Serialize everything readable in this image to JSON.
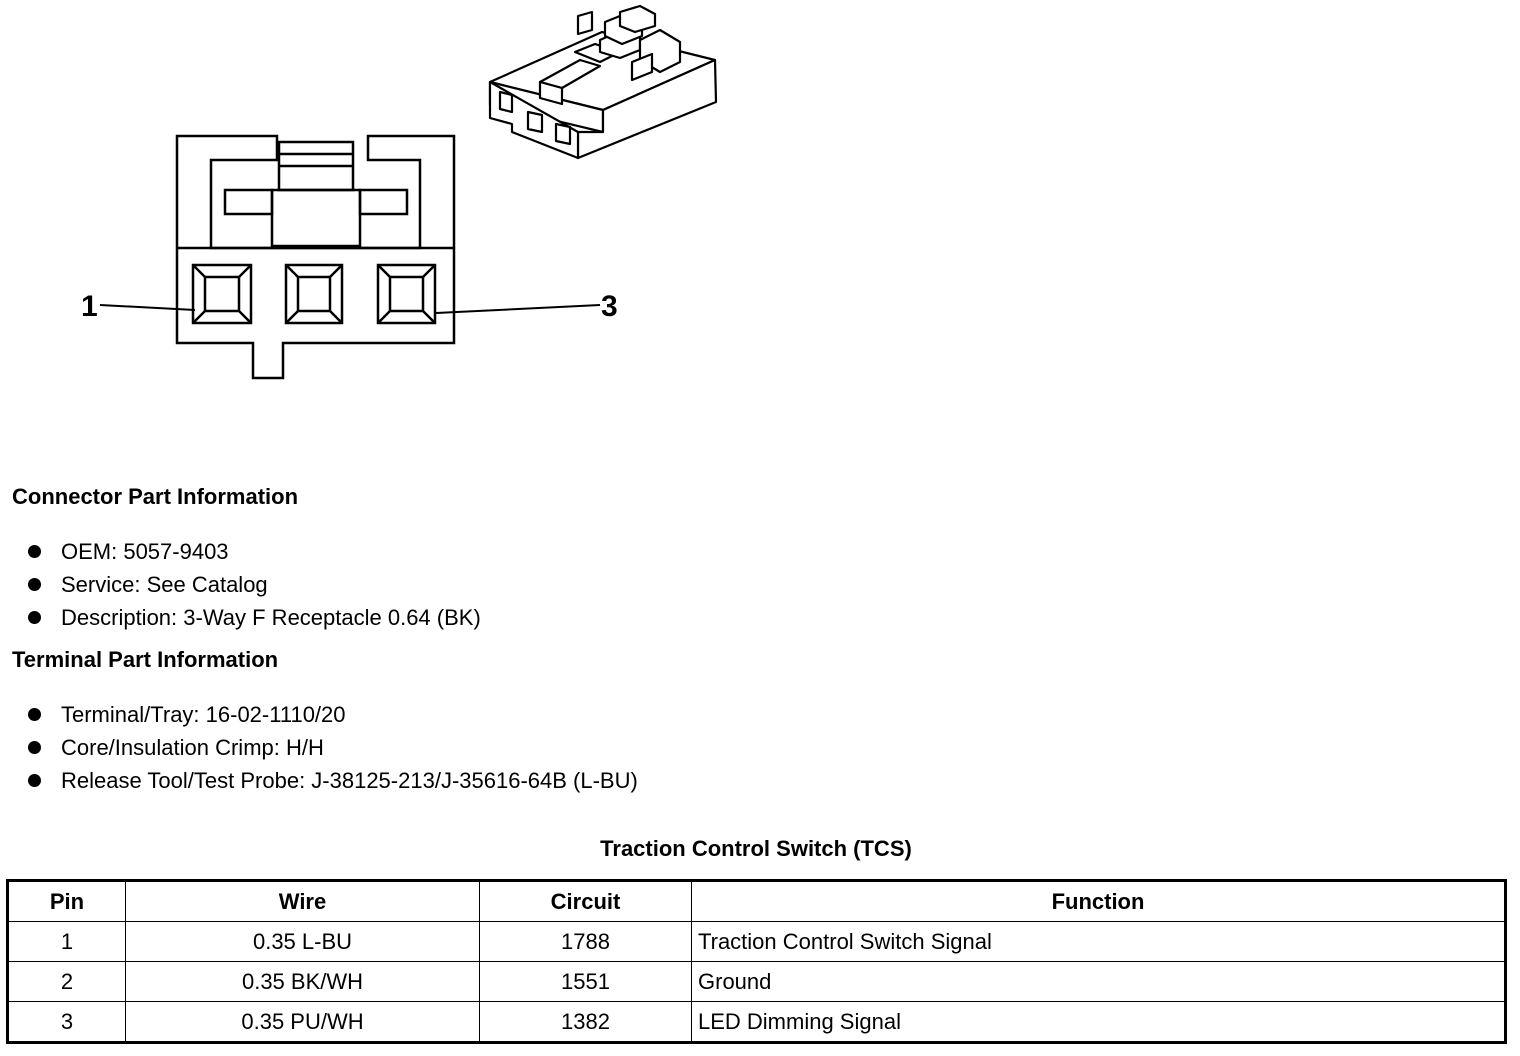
{
  "diagram": {
    "pin_labels": [
      "1",
      "3"
    ]
  },
  "connector_part_information": {
    "heading": "Connector Part Information",
    "items": [
      "OEM: 5057-9403",
      "Service: See Catalog",
      "Description: 3-Way F Receptacle 0.64 (BK)"
    ]
  },
  "terminal_part_information": {
    "heading": "Terminal Part Information",
    "items": [
      "Terminal/Tray: 16-02-1110/20",
      "Core/Insulation Crimp: H/H",
      "Release Tool/Test Probe: J-38125-213/J-35616-64B (L-BU)"
    ]
  },
  "pinout_table": {
    "title": "Traction Control Switch (TCS)",
    "headers": [
      "Pin",
      "Wire",
      "Circuit",
      "Function"
    ],
    "rows": [
      [
        "1",
        "0.35 L-BU",
        "1788",
        "Traction Control Switch Signal"
      ],
      [
        "2",
        "0.35 BK/WH",
        "1551",
        "Ground"
      ],
      [
        "3",
        "0.35 PU/WH",
        "1382",
        "LED Dimming Signal"
      ]
    ]
  }
}
